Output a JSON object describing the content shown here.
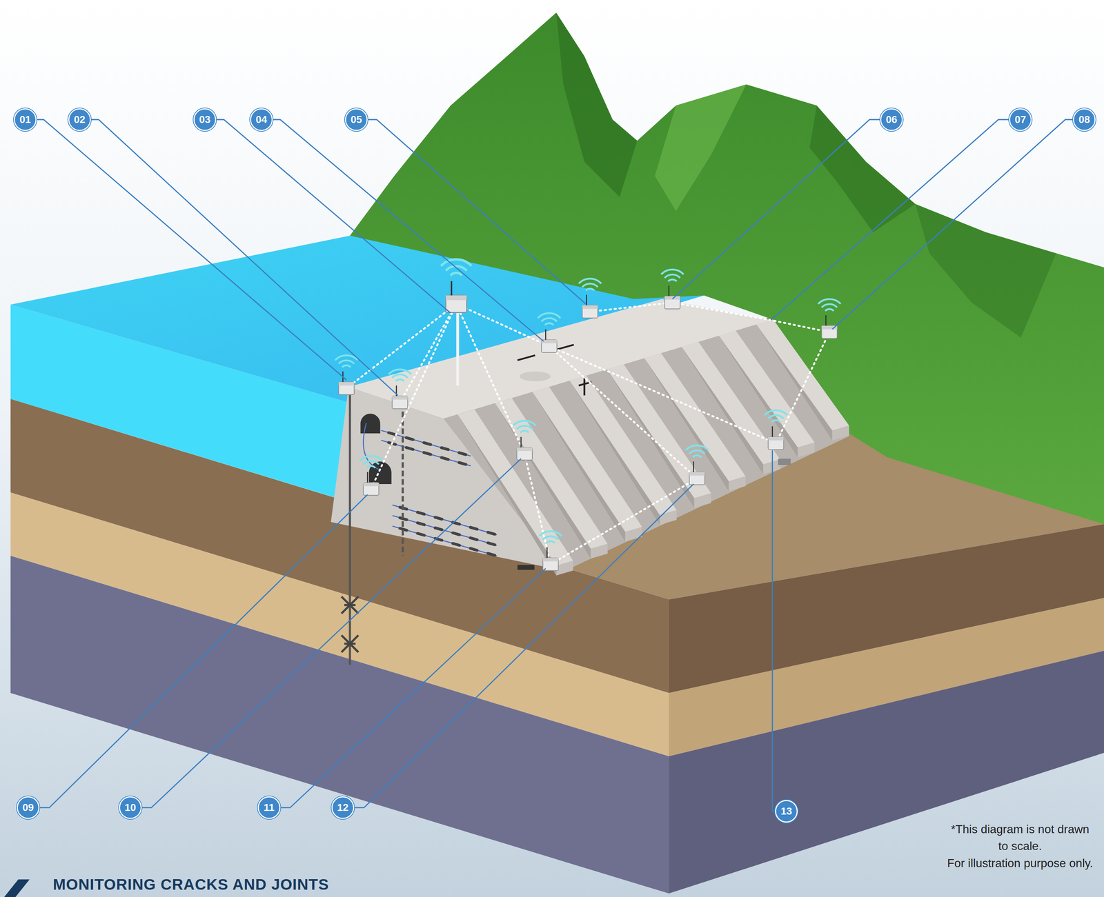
{
  "diagram": {
    "title": "MONITORING CRACKS AND JOINTS",
    "nodes": [
      {
        "text": [
          "01"
        ]
      },
      {
        "text": [
          "02"
        ]
      },
      {
        "text": [
          "03"
        ]
      },
      {
        "text": [
          "04"
        ]
      },
      {
        "text": [
          "05"
        ]
      },
      {
        "text": [
          "06"
        ]
      },
      {
        "text": [
          "07"
        ]
      },
      {
        "text": [
          "08"
        ]
      },
      {
        "text": [
          "09"
        ]
      },
      {
        "text": [
          "10"
        ]
      },
      {
        "text": [
          "11"
        ]
      },
      {
        "text": [
          "12"
        ]
      },
      {
        "text": [
          "13"
        ]
      }
    ],
    "labels": [
      "*This diagram is not drawn to scale.",
      "For illustration purpose only."
    ]
  }
}
